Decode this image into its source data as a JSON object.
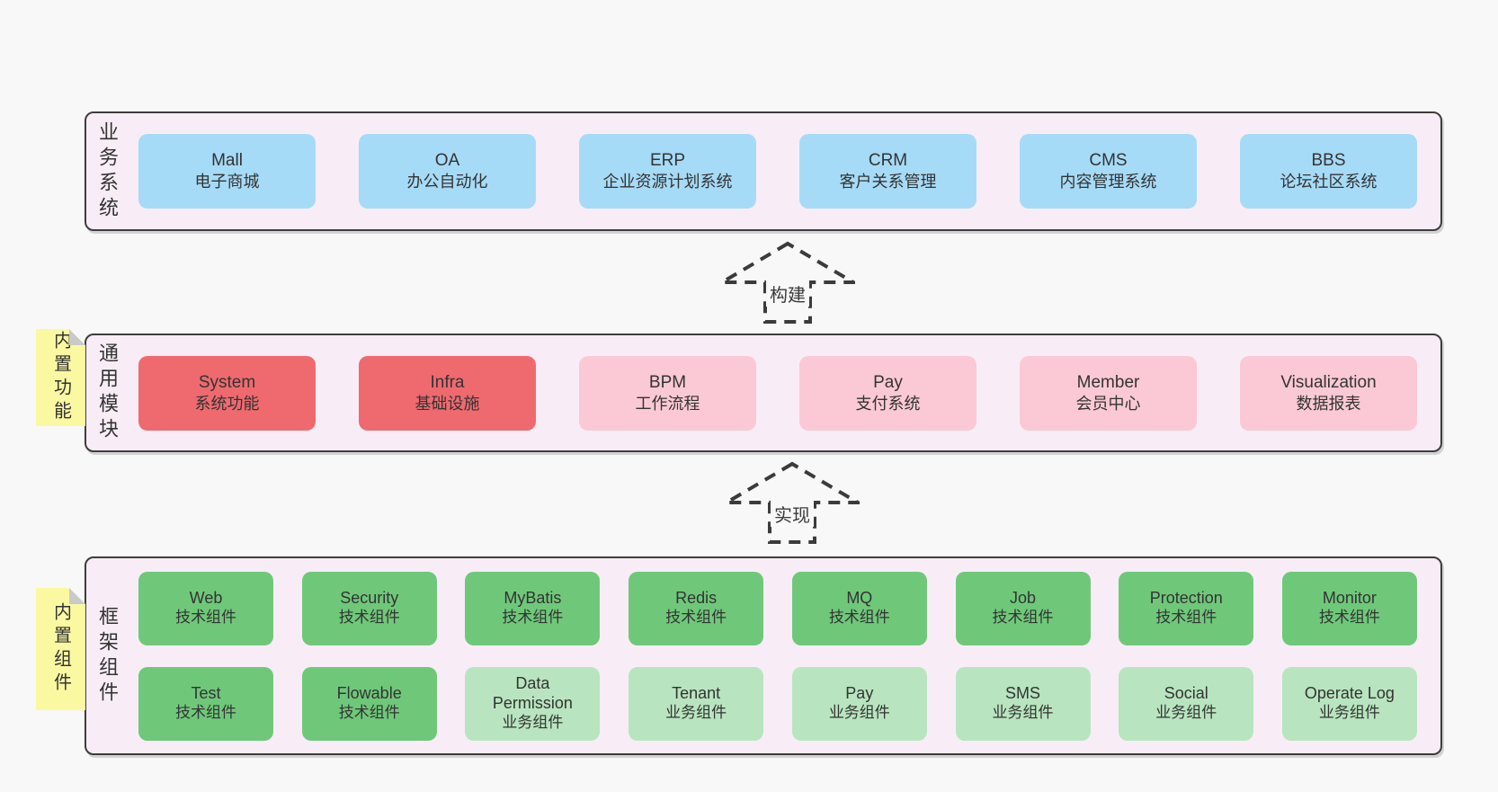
{
  "colors": {
    "page_bg": "#f8f8f8",
    "panel_bg": "#f8edf6",
    "panel_border": "#3d3d3d",
    "blue": "#a6dbf7",
    "red": "#ef6a6f",
    "pink": "#fbc9d5",
    "green": "#6fc87a",
    "light_green": "#b8e5bf",
    "sticky_yellow": "#fbf8a2",
    "sticky_fold_gray": "#c9c9c9",
    "text": "#333333"
  },
  "arrows": [
    {
      "label": "构建"
    },
    {
      "label": "实现"
    }
  ],
  "layers": [
    {
      "id": "business",
      "label": "业务系统",
      "items": [
        {
          "name": "Mall",
          "desc": "电子商城",
          "variant": "blue"
        },
        {
          "name": "OA",
          "desc": "办公自动化",
          "variant": "blue"
        },
        {
          "name": "ERP",
          "desc": "企业资源计划系统",
          "variant": "blue"
        },
        {
          "name": "CRM",
          "desc": "客户关系管理",
          "variant": "blue"
        },
        {
          "name": "CMS",
          "desc": "内容管理系统",
          "variant": "blue"
        },
        {
          "name": "BBS",
          "desc": "论坛社区系统",
          "variant": "blue"
        }
      ]
    },
    {
      "id": "modules",
      "label": "通用模块",
      "sticky": "内置功能",
      "items": [
        {
          "name": "System",
          "desc": "系统功能",
          "variant": "red"
        },
        {
          "name": "Infra",
          "desc": "基础设施",
          "variant": "red"
        },
        {
          "name": "BPM",
          "desc": "工作流程",
          "variant": "pink"
        },
        {
          "name": "Pay",
          "desc": "支付系统",
          "variant": "pink"
        },
        {
          "name": "Member",
          "desc": "会员中心",
          "variant": "pink"
        },
        {
          "name": "Visualization",
          "desc": "数据报表",
          "variant": "pink"
        }
      ]
    },
    {
      "id": "components",
      "label": "框架组件",
      "sticky": "内置组件",
      "items": [
        {
          "name": "Web",
          "desc": "技术组件",
          "variant": "green"
        },
        {
          "name": "Security",
          "desc": "技术组件",
          "variant": "green"
        },
        {
          "name": "MyBatis",
          "desc": "技术组件",
          "variant": "green"
        },
        {
          "name": "Redis",
          "desc": "技术组件",
          "variant": "green"
        },
        {
          "name": "MQ",
          "desc": "技术组件",
          "variant": "green"
        },
        {
          "name": "Job",
          "desc": "技术组件",
          "variant": "green"
        },
        {
          "name": "Protection",
          "desc": "技术组件",
          "variant": "green"
        },
        {
          "name": "Monitor",
          "desc": "技术组件",
          "variant": "green"
        },
        {
          "name": "Test",
          "desc": "技术组件",
          "variant": "green"
        },
        {
          "name": "Flowable",
          "desc": "技术组件",
          "variant": "green"
        },
        {
          "name": "Data Permission",
          "desc": "业务组件",
          "variant": "lightgreen"
        },
        {
          "name": "Tenant",
          "desc": "业务组件",
          "variant": "lightgreen"
        },
        {
          "name": "Pay",
          "desc": "业务组件",
          "variant": "lightgreen"
        },
        {
          "name": "SMS",
          "desc": "业务组件",
          "variant": "lightgreen"
        },
        {
          "name": "Social",
          "desc": "业务组件",
          "variant": "lightgreen"
        },
        {
          "name": "Operate Log",
          "desc": "业务组件",
          "variant": "lightgreen"
        }
      ]
    }
  ]
}
